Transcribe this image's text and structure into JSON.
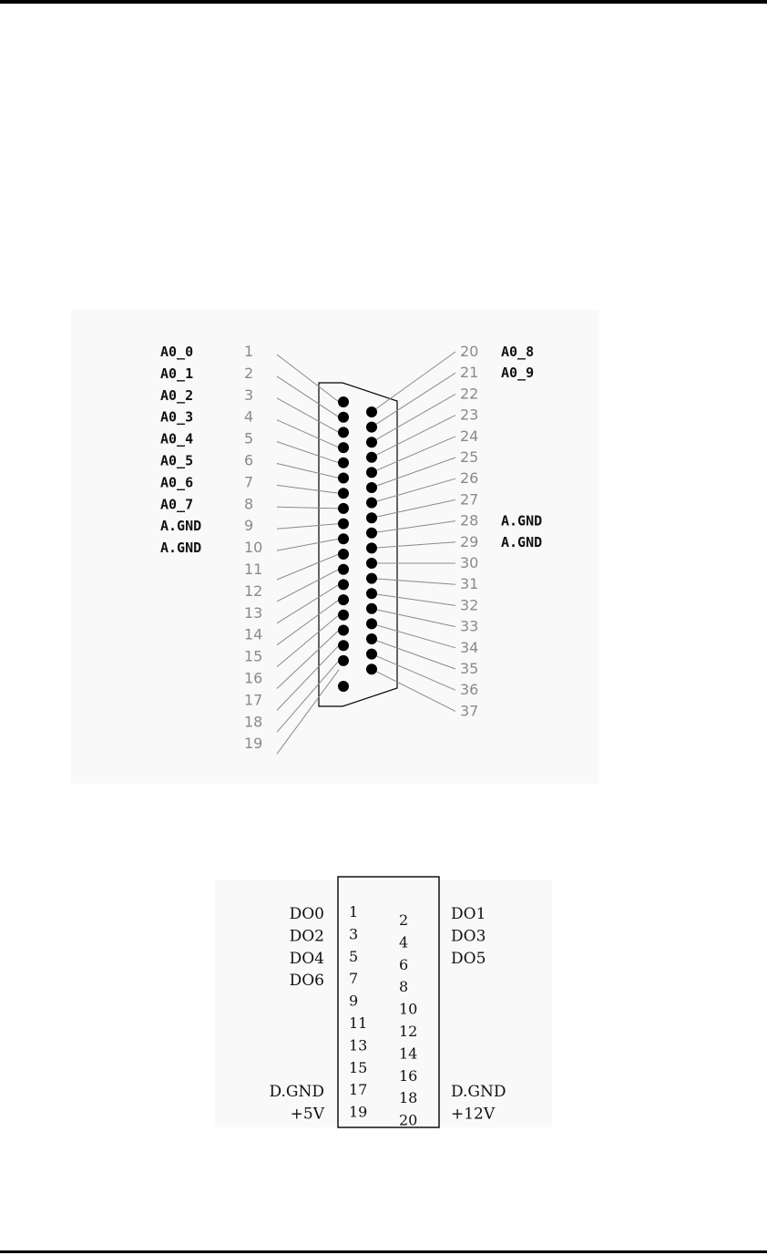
{
  "db37": {
    "labels": {
      "1": "A0_0",
      "2": "A0_1",
      "3": "A0_2",
      "4": "A0_3",
      "5": "A0_4",
      "6": "A0_5",
      "7": "A0_6",
      "8": "A0_7",
      "9": "A.GND",
      "10": "A.GND",
      "20": "A0_8",
      "21": "A0_9",
      "28": "A.GND",
      "29": "A.GND"
    }
  },
  "dio20": {
    "labels": {
      "1": "DO0",
      "2": "DO1",
      "3": "DO2",
      "4": "DO3",
      "5": "DO4",
      "6": "DO5",
      "7": "DO6",
      "17": "D.GND",
      "18": "D.GND",
      "19": "+5V",
      "20": "+12V"
    }
  }
}
